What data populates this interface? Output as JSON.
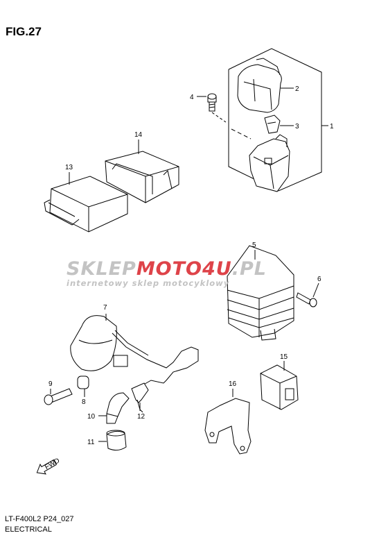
{
  "figure": {
    "title": "FIG.27",
    "model_code": "LT-F400L2 P24_027",
    "section": "ELECTRICAL"
  },
  "watermark": {
    "brand": "SKLEPMOTO4U.PL",
    "tagline": "internetowy sklep motocyklowy",
    "colors": {
      "red": "#d9232a",
      "gray": "#b9b9b9"
    }
  },
  "fwd_arrow_text": "FWD",
  "callouts": [
    "1",
    "2",
    "3",
    "4",
    "5",
    "6",
    "7",
    "8",
    "9",
    "10",
    "11",
    "12",
    "13",
    "14",
    "15",
    "16"
  ]
}
